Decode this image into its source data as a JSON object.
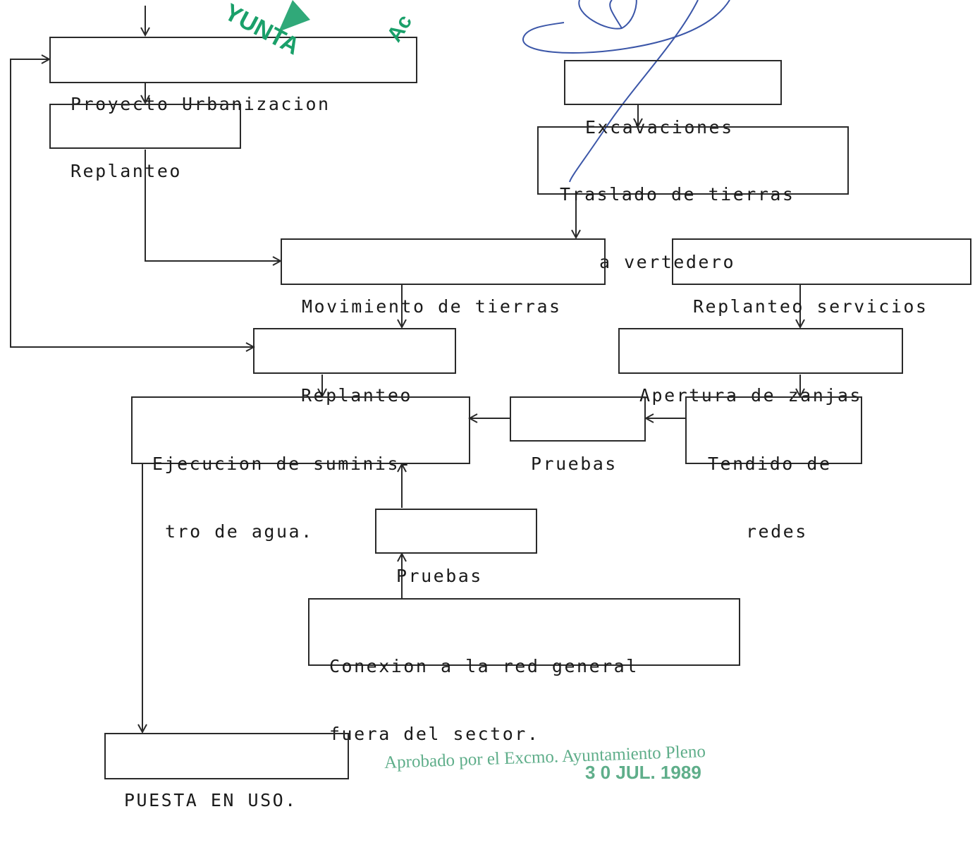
{
  "flowchart": {
    "proyecto_urbanizacion": "Proyecto Urbanizacion",
    "replanteo_1": "Replanteo",
    "excavaciones": "Excavaciones",
    "traslado_line1": "Traslado de tierras",
    "traslado_line2": "a vertedero",
    "movimiento_tierras": "Movimiento de tierras",
    "replanteo_servicios": "Replanteo servicios",
    "replanteo_2": "Replanteo",
    "apertura_zanjas": "Apertura de zanjas",
    "ejecucion_line1": "Ejecucion de suminis-",
    "ejecucion_line2": "tro de agua.",
    "pruebas_1": "Pruebas",
    "tendido_line1": "Tendido de",
    "tendido_line2": "redes",
    "pruebas_2": "Pruebas",
    "conexion_line1": "Conexion a la red general",
    "conexion_line2": "fuera del sector.",
    "puesta_en_uso": "PUESTA EN USO."
  },
  "stamp": {
    "approval_text": "Aprobado por el Excmo. Ayuntamiento Pleno",
    "approval_date": "3 0 JUL. 1989",
    "seal_fragment_left": "YUNTA",
    "seal_fragment_right": "Ac",
    "color": "#5fae8a",
    "seal_color": "#1aa06a"
  },
  "colors": {
    "ink": "#2a2a2a",
    "signature": "#3b56a8"
  }
}
